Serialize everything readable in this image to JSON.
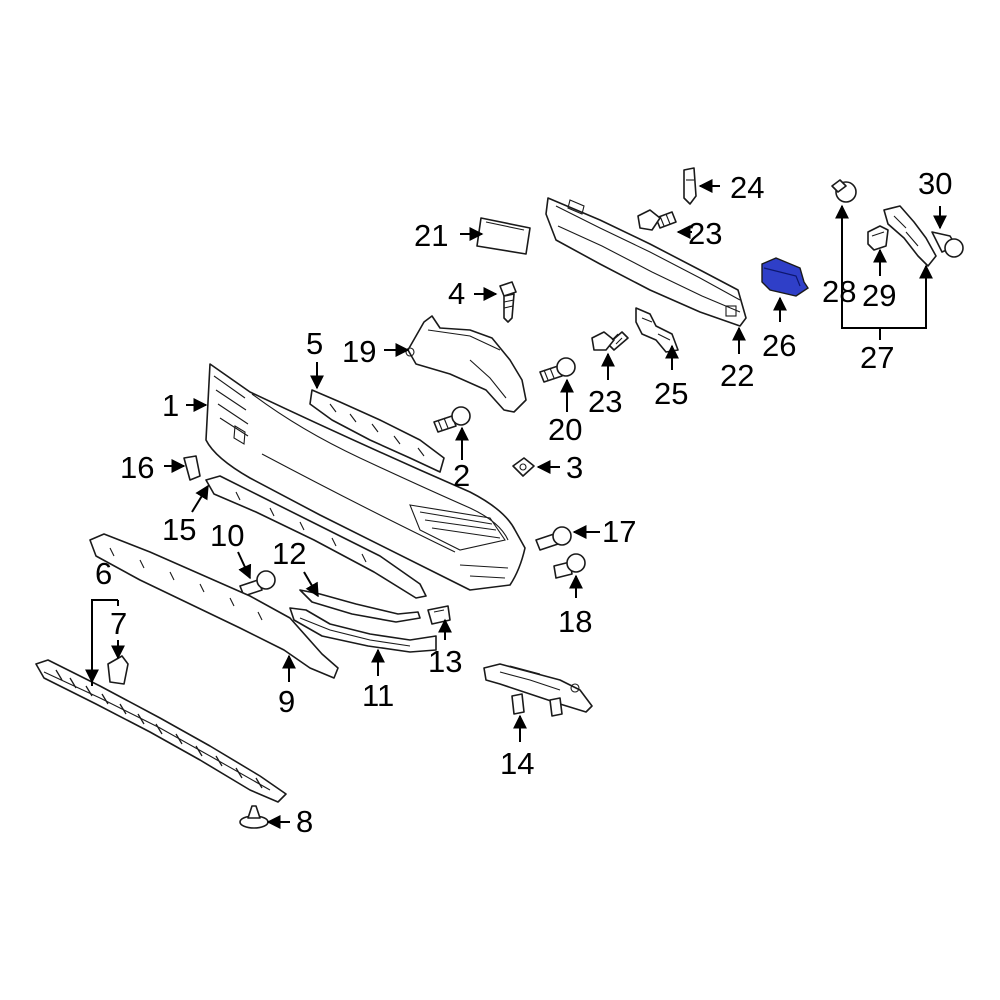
{
  "callouts": {
    "c1": "1",
    "c2": "2",
    "c3": "3",
    "c4": "4",
    "c5": "5",
    "c6": "6",
    "c7": "7",
    "c8": "8",
    "c9": "9",
    "c10": "10",
    "c11": "11",
    "c12": "12",
    "c13": "13",
    "c14": "14",
    "c15": "15",
    "c16": "16",
    "c17": "17",
    "c18": "18",
    "c19": "19",
    "c20": "20",
    "c21": "21",
    "c22": "22",
    "c23a": "23",
    "c23b": "23",
    "c24": "24",
    "c25": "25",
    "c26": "26",
    "c27": "27",
    "c28": "28",
    "c29": "29",
    "c30": "30"
  },
  "colors": {
    "line": "#1a1a1a",
    "highlight": "#2f3fc8"
  }
}
